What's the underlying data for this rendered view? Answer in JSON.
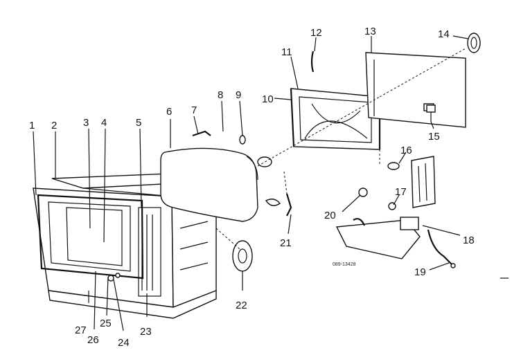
{
  "labels": {
    "p1": "1",
    "p2": "2",
    "p3": "3",
    "p4": "4",
    "p5": "5",
    "p6": "6",
    "p7": "7",
    "p8": "8",
    "p9": "9",
    "p10": "10",
    "p11": "11",
    "p12": "12",
    "p13": "13",
    "p14": "14",
    "p15": "15",
    "p16": "16",
    "p17": "17",
    "p18": "18",
    "p19": "19",
    "p20": "20",
    "p21": "21",
    "p22": "22",
    "p23": "23",
    "p24": "24",
    "p25": "25",
    "p26": "26",
    "p27": "27"
  },
  "diagram_code": "089-13428"
}
